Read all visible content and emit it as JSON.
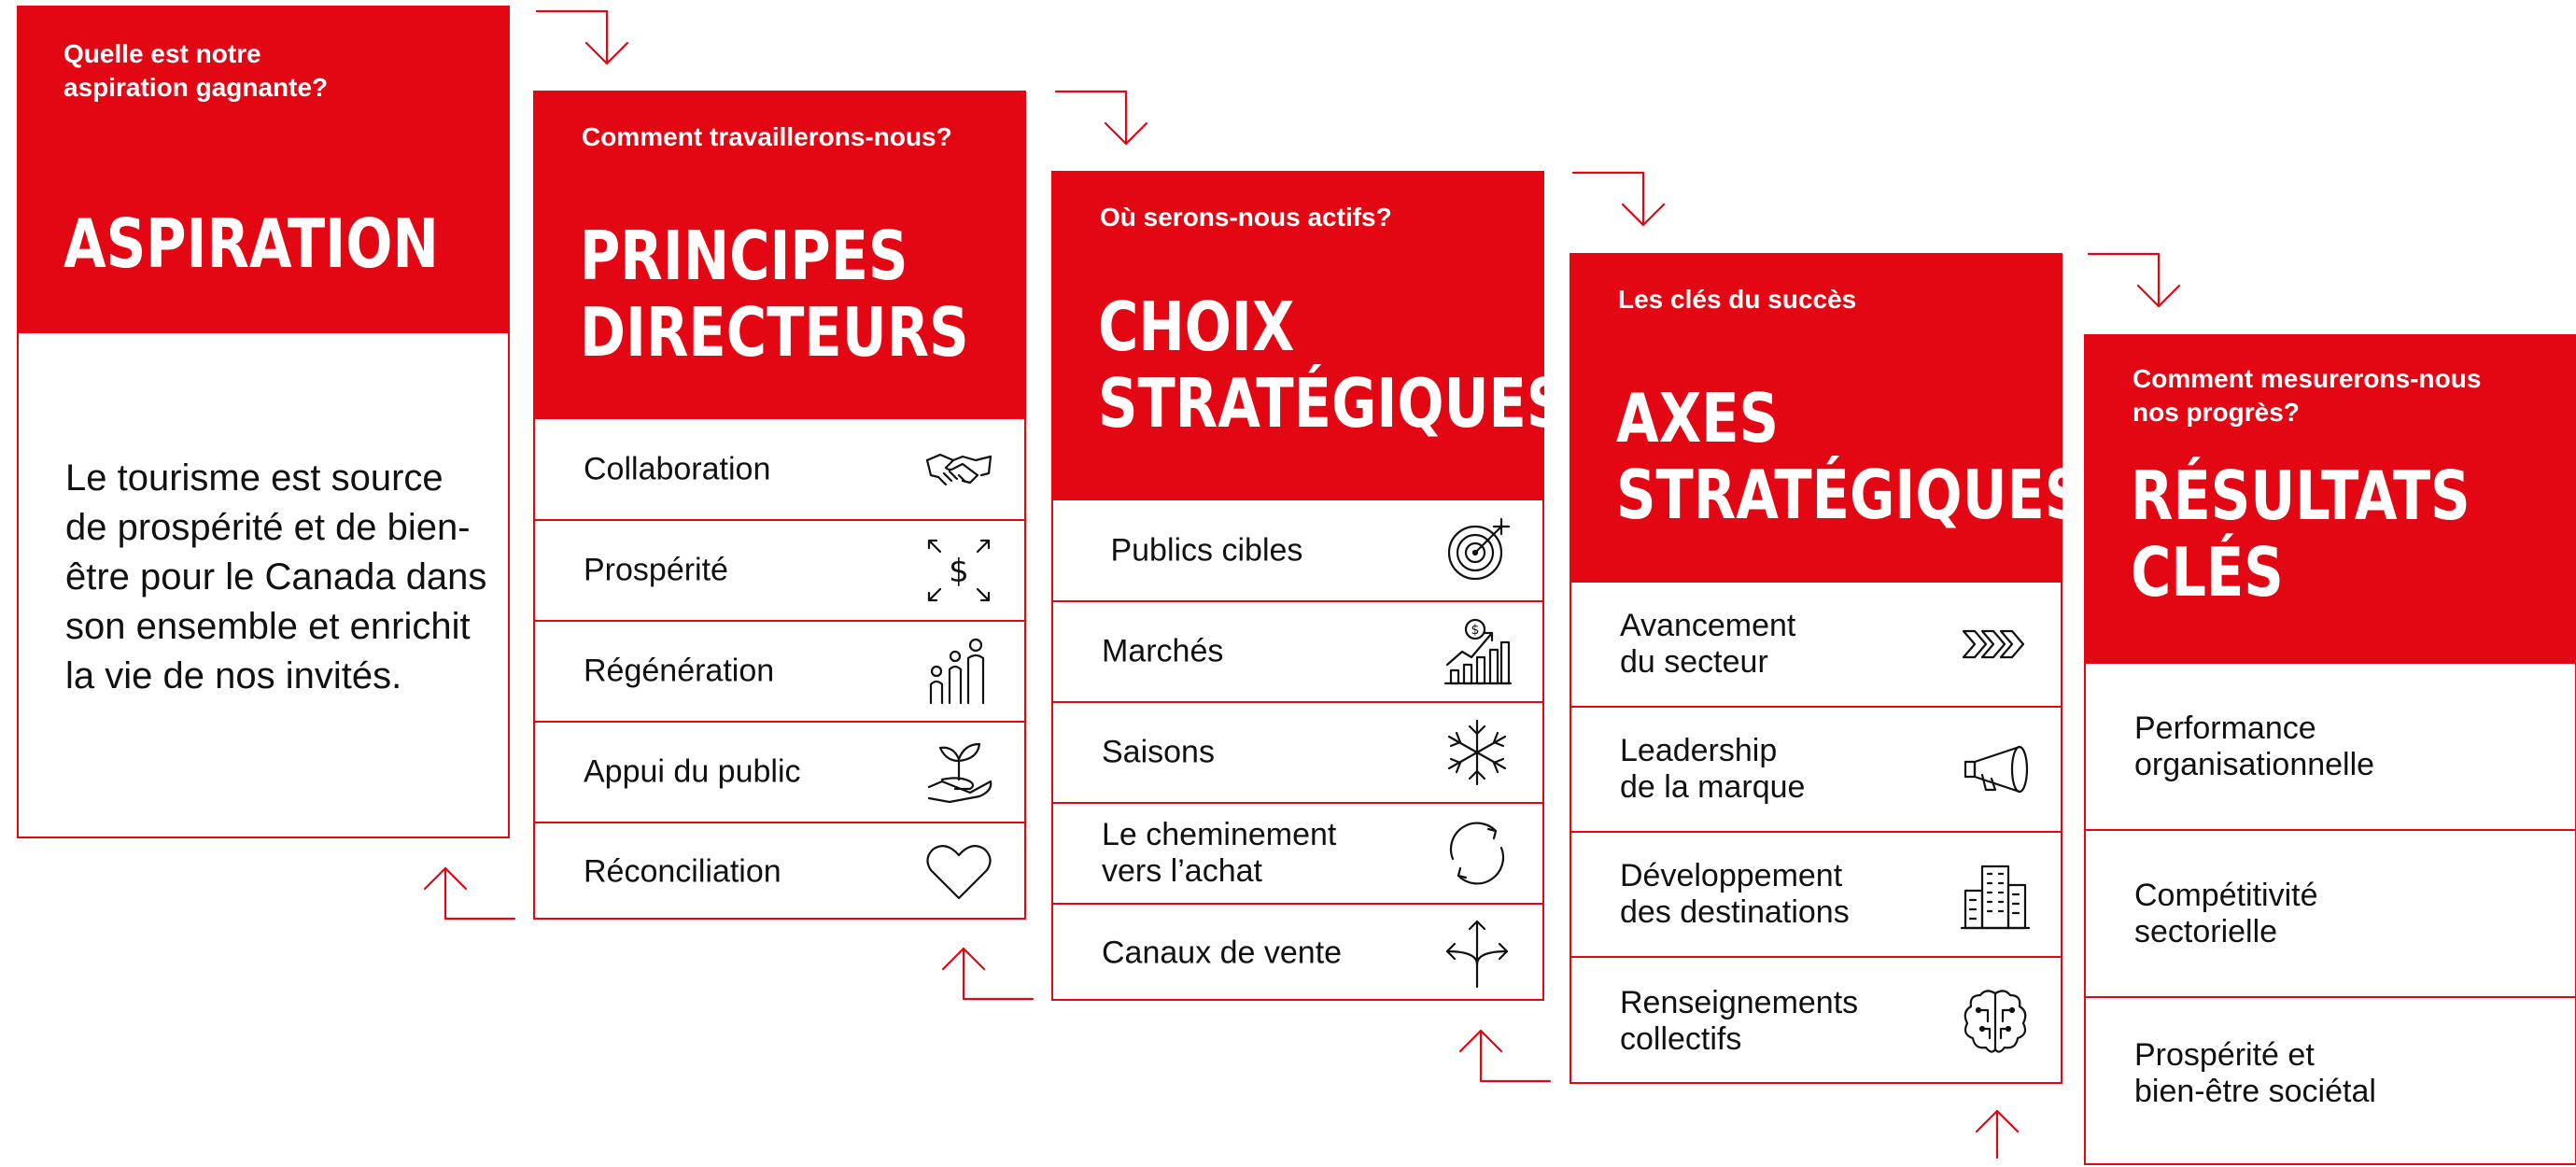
{
  "accent": "#E30613",
  "cards": [
    {
      "question": "Quelle est notre\naspiration gagnante?",
      "title": "ASPIRATION",
      "body": "Le tourisme est source de prospérité et de bien-être pour le Canada dans son ensemble et enrichit la vie de nos invités."
    },
    {
      "question": "Comment travaillerons-nous?",
      "title": "PRINCIPES\nDIRECTEURS",
      "items": [
        {
          "label": "Collaboration",
          "icon": "handshake-icon"
        },
        {
          "label": "Prospérité",
          "icon": "dollar-expand-icon"
        },
        {
          "label": "Régénération",
          "icon": "family-icon"
        },
        {
          "label": "Appui du public",
          "icon": "plant-hand-icon"
        },
        {
          "label": "Réconciliation",
          "icon": "heart-icon"
        }
      ]
    },
    {
      "question": "Où serons-nous actifs?",
      "title": "CHOIX\nSTRATÉGIQUES",
      "items": [
        {
          "label": " Publics cibles",
          "icon": "target-icon"
        },
        {
          "label": "Marchés",
          "icon": "growth-chart-icon"
        },
        {
          "label": "Saisons",
          "icon": "snowflake-icon"
        },
        {
          "label": "Le cheminement\nvers l’achat",
          "icon": "cycle-icon"
        },
        {
          "label": "Canaux de vente",
          "icon": "split-arrows-icon"
        }
      ]
    },
    {
      "question": "Les clés du succès",
      "title": "AXES\nSTRATÉGIQUES",
      "items": [
        {
          "label": "Avancement\ndu secteur",
          "icon": "chevrons-right-icon"
        },
        {
          "label": "Leadership\nde la marque",
          "icon": "megaphone-icon"
        },
        {
          "label": "Développement\ndes destinations",
          "icon": "buildings-icon"
        },
        {
          "label": "Renseignements\ncollectifs",
          "icon": "brain-circuit-icon"
        }
      ]
    },
    {
      "question": "Comment mesurerons-nous\nnos progrès?",
      "title": "RÉSULTATS\nCLÉS",
      "items": [
        {
          "label": "Performance\norganisationnelle"
        },
        {
          "label": "Compétitivité\nsectorielle"
        },
        {
          "label": "Prospérité et\nbien-être sociétal"
        }
      ]
    }
  ]
}
